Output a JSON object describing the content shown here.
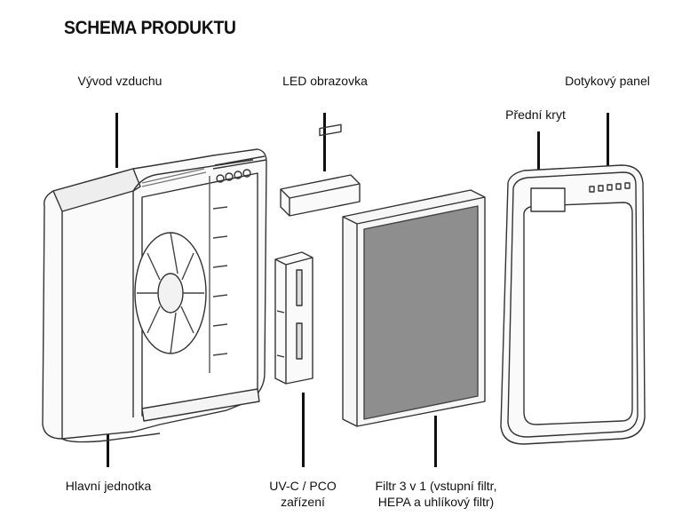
{
  "title": "SCHEMA PRODUKTU",
  "labels": {
    "air_outlet": "Výv od vzduchu",
    "led_screen": "LED obrazovka",
    "touch_panel": "Dotykový panel",
    "front_cover": "Přední kryt",
    "main_unit": "Hlavní jednotka",
    "uvc_line1": "UV-C / PCO",
    "uvc_line2": "zařízení",
    "filter_line1": "Filtr 3 v 1 (vstupní filtr,",
    "filter_line2": "HEPA a uhlíkový filtr)"
  }
}
